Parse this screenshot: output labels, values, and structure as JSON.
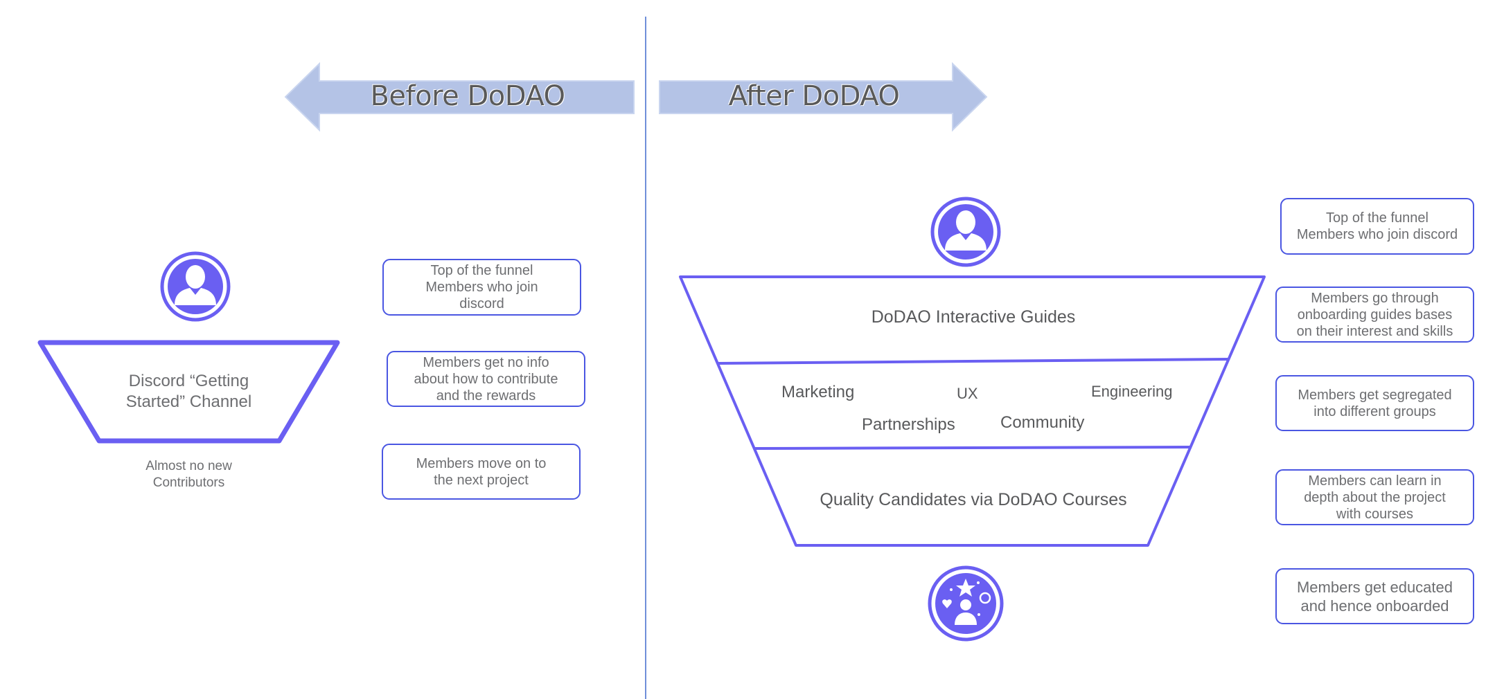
{
  "colors": {
    "accent": "#6a5ff2",
    "box_border": "#4a56e2",
    "arrow_fill": "#b4c3e6",
    "divider": "#6f8fd9",
    "text": "#58595b"
  },
  "before": {
    "arrow_label": "Before DoDAO",
    "funnel_label": "Discord “Getting\nStarted” Channel",
    "bottom_caption": "Almost no new\nContributors",
    "icon": "user-silhouette-icon",
    "notes": [
      "Top of the funnel\nMembers who join\ndiscord",
      "Members get no info\nabout how to contribute\nand the rewards",
      "Members move on to\nthe next project"
    ]
  },
  "after": {
    "arrow_label": "After DoDAO",
    "icon_top": "user-silhouette-icon",
    "icon_bottom": "community-achievements-icon",
    "funnel": {
      "top_section": "DoDAO Interactive Guides",
      "groups": [
        "Marketing",
        "UX",
        "Engineering",
        "Partnerships",
        "Community"
      ],
      "bottom_section": "Quality Candidates via DoDAO Courses"
    },
    "notes": [
      "Top of the funnel\nMembers who join discord",
      "Members go through\nonboarding guides bases\non their interest and skills",
      "Members get segregated\ninto different groups",
      "Members can learn in\ndepth about the project\nwith courses",
      "Members get educated\nand hence onboarded"
    ]
  }
}
